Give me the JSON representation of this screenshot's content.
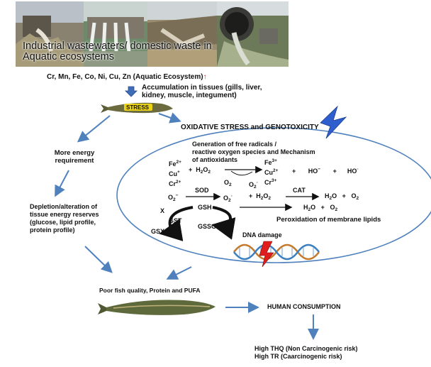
{
  "banner": {
    "title_line1": "Industrial wastewaters/ domestic waste in",
    "title_line2": "Aquatic ecosystems"
  },
  "metals": {
    "text": "Cr, Mn, Fe, Co, Ni, Cu, Zn (Aquatic Ecosystem)",
    "up_arrow": "↑"
  },
  "accumulation": {
    "line1": "Accumulation in tissues (gills, liver,",
    "line2": "kidney, muscle, integument)"
  },
  "stress_label": "STRESS",
  "oxidative": "OXIDATIVE STRESS and GENOTOXICITY",
  "left_chain": {
    "energy_line1": "More energy",
    "energy_line2": "requirement",
    "deplete_line1": "Depletion/alteration of",
    "deplete_line2": "tissue energy reserves",
    "deplete_line3": "(glucose, lipid profile,",
    "deplete_line4": "protein profile)"
  },
  "mechanism": {
    "line1": "Generation of free radicals /",
    "line2": "reactive oxygen species and Mechanism",
    "line3": "of antioxidants"
  },
  "reaction1": {
    "reactant_a": "Fe",
    "reactant_a_sup": "2+",
    "reactant_b": "Cu",
    "reactant_b_sup": "+",
    "reactant_c": "Cr",
    "reactant_c_sup": "2+",
    "plus1": "+",
    "h2o2": "H",
    "h2o2_sub1": "2",
    "h2o2_o": "O",
    "h2o2_sub2": "2",
    "product_a": "Fe",
    "product_a_sup": "3+",
    "product_b": "Cu",
    "product_b_sup": "2+",
    "product_c": "Cr",
    "product_c_sup": "3+",
    "plus2": "+",
    "ho_minus": "HO",
    "ho_minus_sup": "−",
    "plus3": "+",
    "ho_radical": "HO",
    "ho_radical_sup": "◦",
    "o2_below": "O",
    "o2_below_sub": "2",
    "o2_radical": "O",
    "o2_radical_sub": "2",
    "o2_radical_sup": "◦"
  },
  "reaction2": {
    "superoxide": "O",
    "superoxide_sub": "2",
    "superoxide_sup": "−",
    "sod": "SOD",
    "o2_rad": "O",
    "o2_rad_sub": "2",
    "o2_rad_sup": "◦",
    "plus": "+",
    "h2o2": "H",
    "h2o2_sub1": "2",
    "h2o2_o": "O",
    "h2o2_sub2": "2",
    "cat": "CAT",
    "water": "H",
    "water_sub": "2",
    "water_o": "O",
    "plus_b": "+",
    "oxygen": "O",
    "oxygen_sub": "2"
  },
  "reaction3": {
    "x": "X",
    "gsh": "GSH",
    "gst": "GST",
    "gsx": "GSX",
    "gssg": "GSSG",
    "water": "H",
    "water_sub": "2",
    "water_o": "O",
    "plus": "+",
    "oxygen": "O",
    "oxygen_sub": "2",
    "peroxidation": "Peroxidation of membrane lipids"
  },
  "dna_damage": "DNA damage",
  "fish_quality": "Poor fish quality, Protein and PUFA",
  "human": "HUMAN CONSUMPTION",
  "risk": {
    "line1": "High THQ (Non Carcinogenic risk)",
    "line2": "High TR (Caarcinogenic risk)"
  },
  "colors": {
    "arrow_blue": "#4f81bd",
    "ellipse_blue": "#4f81bd",
    "lightning": "#2f5fcf",
    "dna_red": "#e01e1e",
    "stress_yellow": "#e8d21a"
  }
}
